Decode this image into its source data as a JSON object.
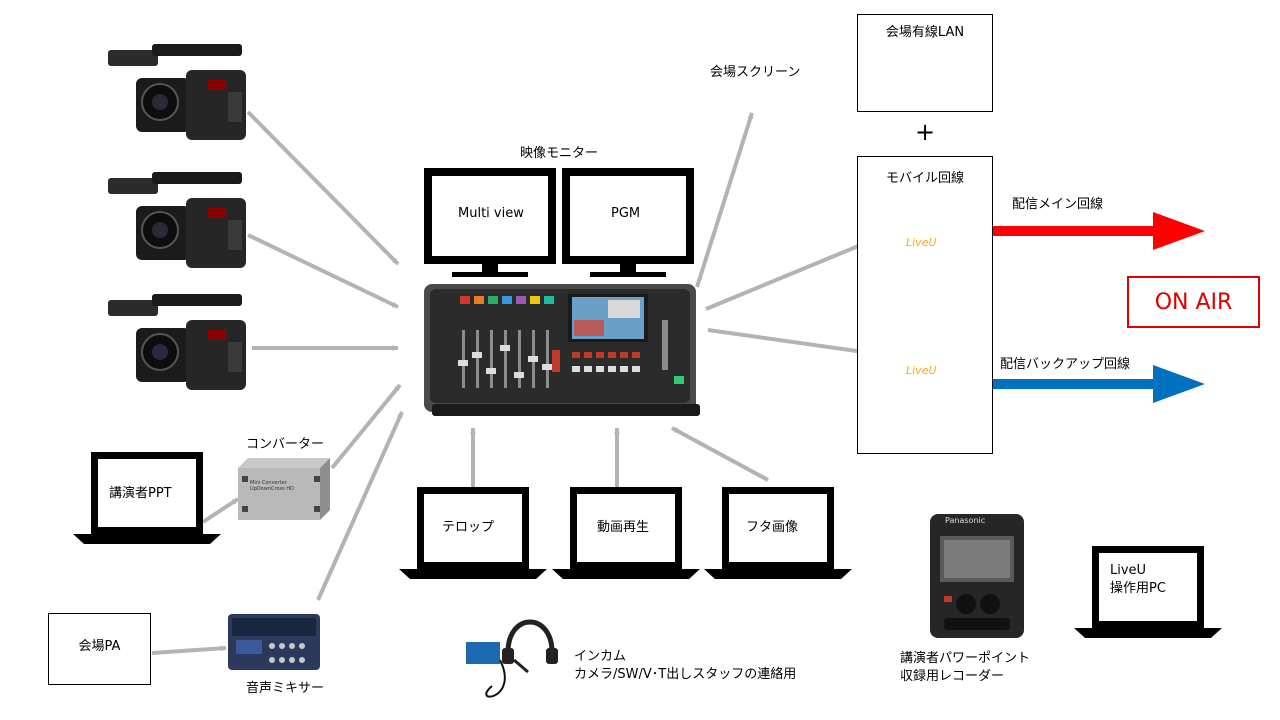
{
  "monitors_title": "映像モニター",
  "monitor_left": "Multi view",
  "monitor_right": "PGM",
  "venue_screen": "会場スクリーン",
  "venue_lan": "会場有線LAN",
  "plus_sign": "+",
  "mobile_line": "モバイル回線",
  "main_line": "配信メイン回線",
  "backup_line": "配信バックアップ回線",
  "on_air": "ON AIR",
  "converter": "コンバーター",
  "presenter_ppt": "講演者PPT",
  "venue_pa": "会場PA",
  "audio_mixer": "音声ミキサー",
  "telop": "テロップ",
  "video_playback": "動画再生",
  "cover_image": "フタ画像",
  "intercom_line1": "インカム",
  "intercom_line2": "カメラ/SW/V･T出しスタッフの連絡用",
  "liveu_pc_line1": "LiveU",
  "liveu_pc_line2": "操作用PC",
  "recorder_line1": "講演者パワーポイント",
  "recorder_line2": "収録用レコーダー",
  "liveu_brand": "LiveU",
  "recorder_brand": "Panasonic",
  "converter_brand_line1": "Mini Converter",
  "converter_brand_line2": "UpDownCross HD",
  "colors": {
    "arrow_gray": "#b3b3b3",
    "main_red": "#ff0000",
    "backup_blue": "#0070c0",
    "on_air_red": "#e00000"
  }
}
